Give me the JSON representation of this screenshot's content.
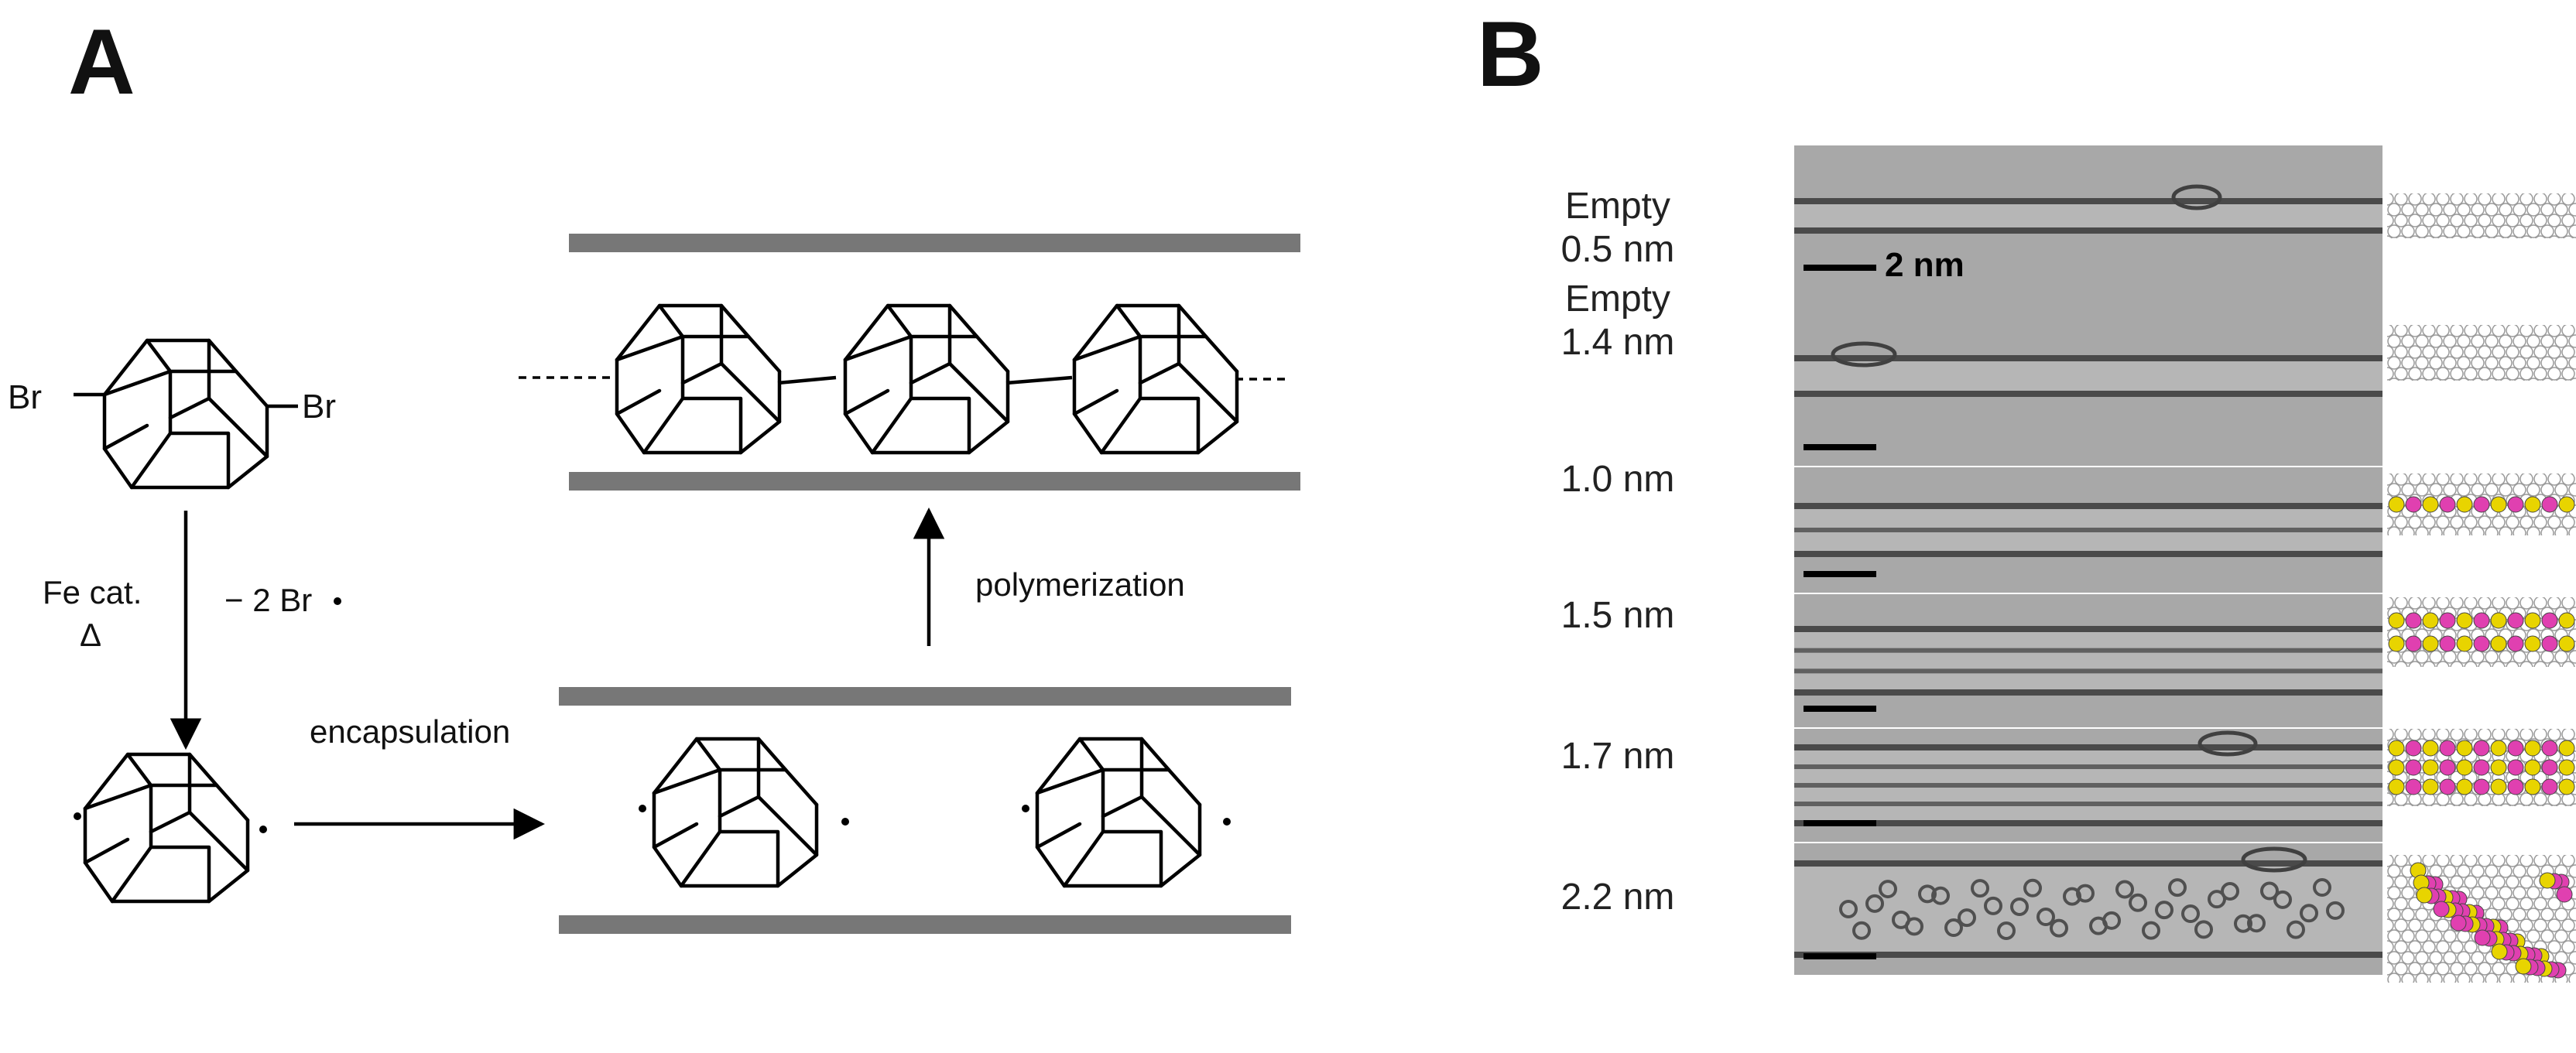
{
  "panels": {
    "a": "A",
    "b": "B"
  },
  "scheme": {
    "reactant_substituent": "Br",
    "reagent": "Fe cat.",
    "heat": "Δ",
    "byproduct": "− 2 Br",
    "step_encapsulation": "encapsulation",
    "step_polymerization": "polymerization"
  },
  "tem": {
    "scale_bar_label": "2 nm",
    "rows": [
      {
        "line1": "Empty",
        "line2": "0.5 nm",
        "model": "empty"
      },
      {
        "line1": "Empty",
        "line2": "1.4 nm",
        "model": "empty"
      },
      {
        "line1": "",
        "line2": "1.0 nm",
        "model": "chain-1"
      },
      {
        "line1": "",
        "line2": "1.5 nm",
        "model": "chain-2"
      },
      {
        "line1": "",
        "line2": "1.7 nm",
        "model": "chain-3"
      },
      {
        "line1": "",
        "line2": "2.2 nm",
        "model": "random"
      }
    ]
  },
  "colors": {
    "tube_wall": "#777777",
    "atom_magenta": "#e040b0",
    "atom_yellow": "#e8d400",
    "tem_bg": "#a9a9a9"
  }
}
